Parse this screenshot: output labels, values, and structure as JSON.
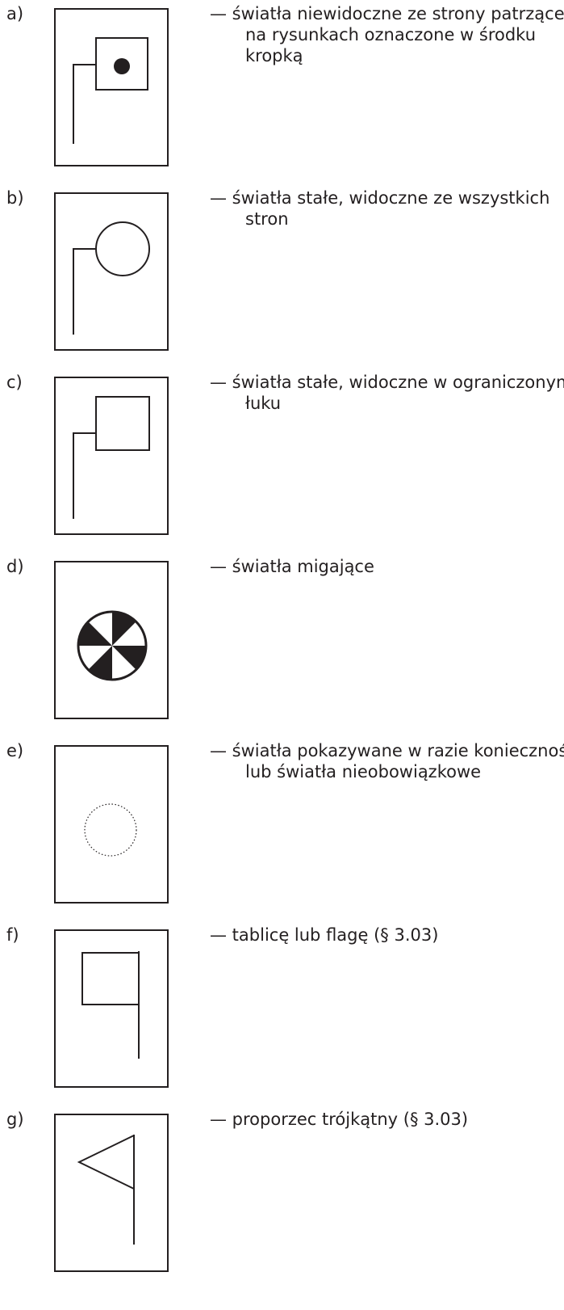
{
  "legend": {
    "items": [
      {
        "letter": "a)",
        "symbol": "light-invisible-from-viewer-icon",
        "text": "— światła niewidoczne ze strony patrzącego, na rysunkach oznaczone w środku kropką"
      },
      {
        "letter": "b)",
        "symbol": "fixed-light-all-round-icon",
        "text": "— światła stałe, widoczne ze wszystkich stron"
      },
      {
        "letter": "c)",
        "symbol": "fixed-light-limited-arc-icon",
        "text": "— światła stałe, widoczne w ograniczonym łuku"
      },
      {
        "letter": "d)",
        "symbol": "flashing-light-icon",
        "text": "— światła migające"
      },
      {
        "letter": "e)",
        "symbol": "optional-light-icon",
        "text": "— światła pokazywane w razie konieczności lub światła nieobowiązkowe"
      },
      {
        "letter": "f)",
        "symbol": "board-or-flag-icon",
        "text": "— tablicę lub flagę (§ 3.03)"
      },
      {
        "letter": "g)",
        "symbol": "triangular-pennant-icon",
        "text": "— proporzec trójkątny (§ 3.03)"
      }
    ]
  },
  "colors": {
    "ink": "#231f20",
    "background": "#ffffff"
  }
}
